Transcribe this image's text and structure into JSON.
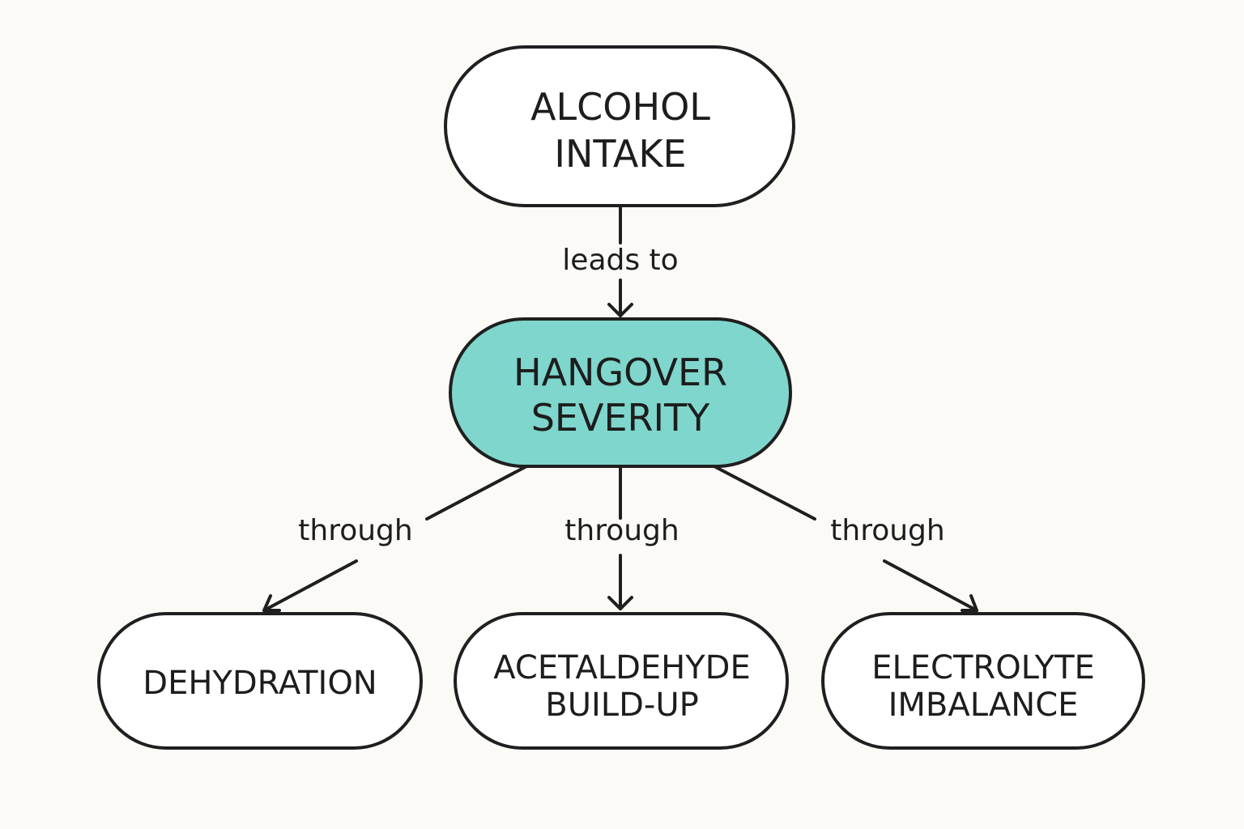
{
  "colors": {
    "background": "#fbfaf7",
    "node_fill": "#ffffff",
    "highlight_fill": "#7fd6cc",
    "stroke": "#1f1f1f",
    "text": "#1d1d1d"
  },
  "nodes": {
    "alcohol_intake": {
      "line1": "ALCOHOL",
      "line2": "INTAKE"
    },
    "hangover_severity": {
      "line1": "HANGOVER",
      "line2": "SEVERITY"
    },
    "dehydration": {
      "line1": "DEHYDRATION"
    },
    "acetaldehyde": {
      "line1": "ACETALDEHYDE",
      "line2": "BUILD-UP"
    },
    "electrolyte": {
      "line1": "ELECTROLYTE",
      "line2": "IMBALANCE"
    }
  },
  "edges": {
    "intake_to_severity": "leads to",
    "severity_to_dehydration": "through",
    "severity_to_acetaldehyde": "through",
    "severity_to_electrolyte": "through"
  }
}
